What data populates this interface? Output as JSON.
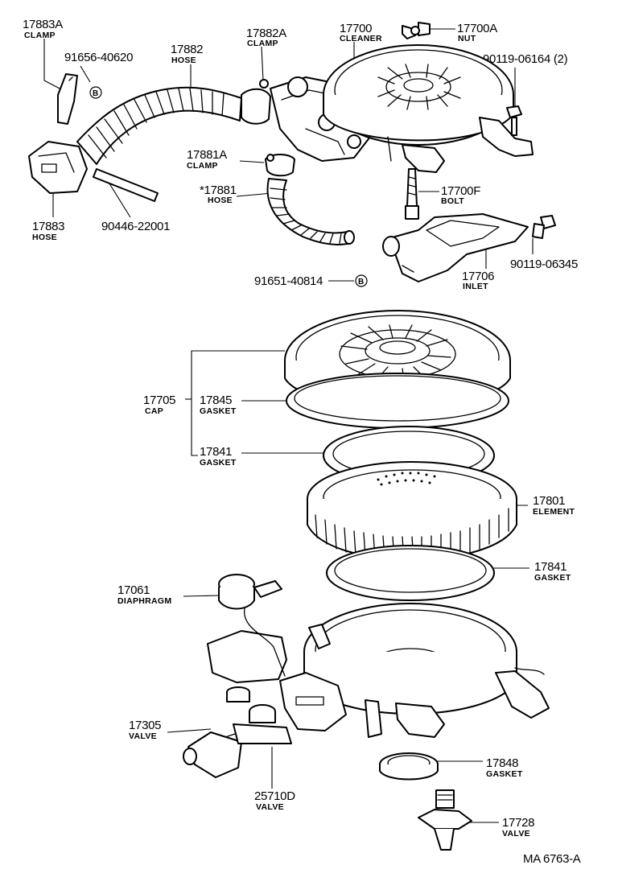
{
  "figure_code": "MA 6763-A",
  "callouts": {
    "c17883A": {
      "number": "17883A",
      "name": "CLAMP"
    },
    "c91656": {
      "number": "91656-40620",
      "name": ""
    },
    "c17882": {
      "number": "17882",
      "name": "HOSE"
    },
    "c17882A": {
      "number": "17882A",
      "name": "CLAMP"
    },
    "c17700": {
      "number": "17700",
      "name": "CLEANER"
    },
    "c17700A": {
      "number": "17700A",
      "name": "NUT"
    },
    "c90119a": {
      "number": "90119-06164 (2)",
      "name": ""
    },
    "c17881A": {
      "number": "17881A",
      "name": "CLAMP"
    },
    "c17881": {
      "number": "*17881",
      "name": "HOSE"
    },
    "c17700F": {
      "number": "17700F",
      "name": "BOLT"
    },
    "c17883": {
      "number": "17883",
      "name": "HOSE"
    },
    "c90446": {
      "number": "90446-22001",
      "name": ""
    },
    "c90119b": {
      "number": "90119-06345",
      "name": ""
    },
    "c17706": {
      "number": "17706",
      "name": "INLET"
    },
    "c91651": {
      "number": "91651-40814",
      "name": ""
    },
    "c17705": {
      "number": "17705",
      "name": "CAP"
    },
    "c17845": {
      "number": "17845",
      "name": "GASKET"
    },
    "c17841a": {
      "number": "17841",
      "name": "GASKET"
    },
    "c17801": {
      "number": "17801",
      "name": "ELEMENT"
    },
    "c17841b": {
      "number": "17841",
      "name": "GASKET"
    },
    "c17061": {
      "number": "17061",
      "name": "DIAPHRAGM"
    },
    "c17305": {
      "number": "17305",
      "name": "VALVE"
    },
    "c25710D": {
      "number": "25710D",
      "name": "VALVE"
    },
    "c17848": {
      "number": "17848",
      "name": "GASKET"
    },
    "c17728": {
      "number": "17728",
      "name": "VALVE"
    }
  },
  "markers": {
    "b1": "B",
    "b2": "B"
  }
}
